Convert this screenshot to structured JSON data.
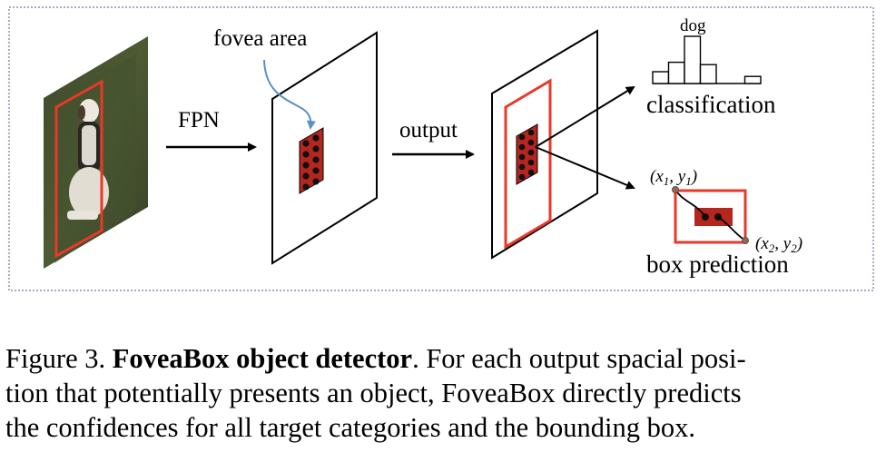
{
  "diagram": {
    "labels": {
      "fovea_area": "fovea area",
      "fpn": "FPN",
      "output": "output",
      "dog": "dog",
      "classification": "classification",
      "box_prediction": "box prediction",
      "corner_top_left": {
        "x": "x",
        "sub_x": "1",
        "y": "y",
        "sub_y": "1"
      },
      "corner_bottom_right": {
        "x": "x",
        "sub_x": "2",
        "y": "y",
        "sub_y": "2"
      }
    },
    "colors": {
      "red": "#e8392a",
      "dark_red": "#b5261e",
      "border": "#6a7a9a",
      "arrow_blue": "#5b8fc9"
    },
    "histogram_values": [
      0.25,
      0.45,
      1.0,
      0.4,
      0.0,
      0.15
    ]
  },
  "caption": {
    "figure_number": "Figure 3.",
    "title": "FoveaBox object detector",
    "line1_text": ". For each output spacial posi-",
    "line2": "tion that potentially presents an object, FoveaBox directly predicts",
    "line3": "the confidences for all target categories and the bounding box."
  }
}
